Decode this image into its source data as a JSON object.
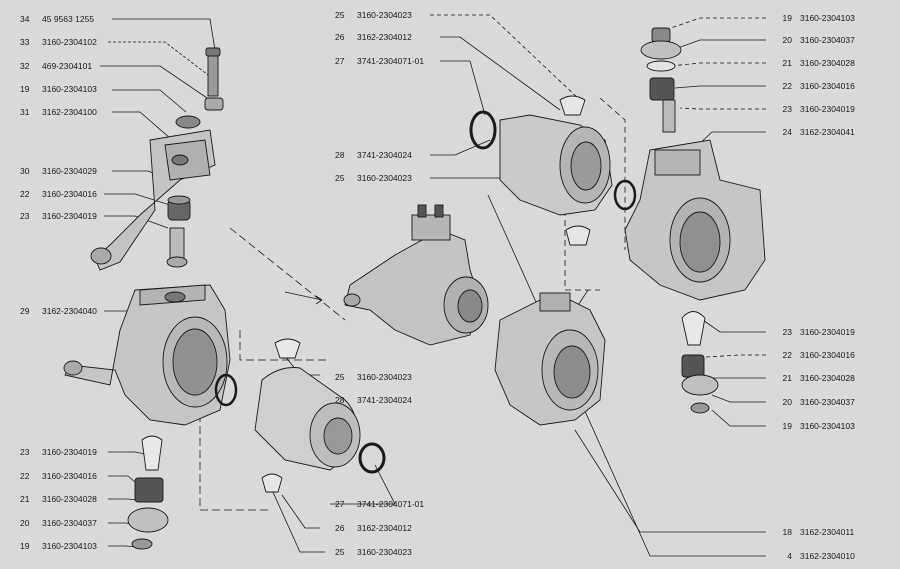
{
  "colors": {
    "background": "#d9d9d9",
    "ink": "#1a1a1a",
    "part_fill": "#c8c8c8",
    "part_dark": "#5a5a5a"
  },
  "labels_left": [
    {
      "num": "34",
      "code": "45 9563 1255"
    },
    {
      "num": "33",
      "code": "3160-2304102"
    },
    {
      "num": "32",
      "code": "469-2304101"
    },
    {
      "num": "19",
      "code": "3160-2304103"
    },
    {
      "num": "31",
      "code": "3162-2304100"
    },
    {
      "num": "30",
      "code": "3160-2304029"
    },
    {
      "num": "22",
      "code": "3160-2304016"
    },
    {
      "num": "23",
      "code": "3160-2304019"
    },
    {
      "num": "29",
      "code": "3162-2304040"
    },
    {
      "num": "23",
      "code": "3160-2304019"
    },
    {
      "num": "22",
      "code": "3160-2304016"
    },
    {
      "num": "21",
      "code": "3160-2304028"
    },
    {
      "num": "20",
      "code": "3160-2304037"
    },
    {
      "num": "19",
      "code": "3160-2304103"
    }
  ],
  "labels_mid_top": [
    {
      "num": "25",
      "code": "3160-2304023"
    },
    {
      "num": "26",
      "code": "3162-2304012"
    },
    {
      "num": "27",
      "code": "3741-2304071-01"
    },
    {
      "num": "28",
      "code": "3741-2304024"
    },
    {
      "num": "25",
      "code": "3160-2304023"
    }
  ],
  "labels_mid_bottom": [
    {
      "num": "25",
      "code": "3160-2304023"
    },
    {
      "num": "28",
      "code": "3741-2304024"
    },
    {
      "num": "27",
      "code": "3741-2304071-01"
    },
    {
      "num": "26",
      "code": "3162-2304012"
    },
    {
      "num": "25",
      "code": "3160-2304023"
    }
  ],
  "labels_right_top": [
    {
      "num": "19",
      "code": "3160-2304103"
    },
    {
      "num": "20",
      "code": "3160-2304037"
    },
    {
      "num": "21",
      "code": "3160-2304028"
    },
    {
      "num": "22",
      "code": "3160-2304016"
    },
    {
      "num": "23",
      "code": "3160-2304019"
    },
    {
      "num": "24",
      "code": "3162-2304041"
    }
  ],
  "labels_right_bottom": [
    {
      "num": "23",
      "code": "3160-2304019"
    },
    {
      "num": "22",
      "code": "3160-2304016"
    },
    {
      "num": "21",
      "code": "3160-2304028"
    },
    {
      "num": "20",
      "code": "3160-2304037"
    },
    {
      "num": "19",
      "code": "3160-2304103"
    },
    {
      "num": "18",
      "code": "3162-2304011"
    },
    {
      "num": "4",
      "code": "3162-2304010"
    }
  ]
}
